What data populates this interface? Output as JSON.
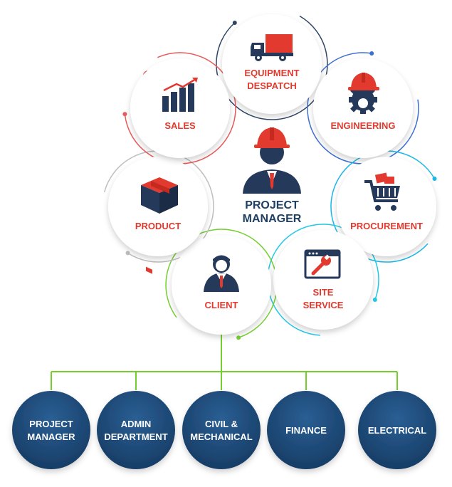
{
  "center": {
    "line1": "PROJECT",
    "line2": "MANAGER",
    "icon": "hardhat-person-icon"
  },
  "nodes": [
    {
      "id": "equipment",
      "line1": "EQUIPMENT",
      "line2": "DESPATCH",
      "icon": "truck-icon",
      "ring_color": "#2e4464"
    },
    {
      "id": "engineering",
      "line1": "ENGINEERING",
      "line2": "",
      "icon": "hardhat-gear-icon",
      "ring_color": "#3d6fd1"
    },
    {
      "id": "procurement",
      "line1": "PROCUREMENT",
      "line2": "",
      "icon": "shopping-cart-icon",
      "ring_color": "#1ab7e8"
    },
    {
      "id": "site-service",
      "line1": "SITE",
      "line2": "SERVICE",
      "icon": "wrench-window-icon",
      "ring_color": "#21c9e6"
    },
    {
      "id": "client",
      "line1": "CLIENT",
      "line2": "",
      "icon": "user-tie-icon",
      "ring_color": "#74cf2e"
    },
    {
      "id": "product",
      "line1": "PRODUCT",
      "line2": "",
      "icon": "box-icon",
      "ring_color": "#bdbdbd"
    },
    {
      "id": "sales",
      "line1": "SALES",
      "line2": "",
      "icon": "bar-chart-icon",
      "ring_color": "#e8595a"
    }
  ],
  "departments": [
    {
      "id": "project-manager",
      "line1": "PROJECT",
      "line2": "MANAGER"
    },
    {
      "id": "admin-department",
      "line1": "ADMIN",
      "line2": "DEPARTMENT"
    },
    {
      "id": "civil-mechanical",
      "line1": "CIVIL &",
      "line2": "MECHANICAL"
    },
    {
      "id": "finance",
      "line1": "FINANCE",
      "line2": ""
    },
    {
      "id": "electrical",
      "line1": "ELECTRICAL",
      "line2": ""
    }
  ],
  "colors": {
    "label_red": "#e23a2e",
    "navy": "#253a5a",
    "connector_green": "#74cf2e",
    "department_fill": "#1e4a78"
  }
}
